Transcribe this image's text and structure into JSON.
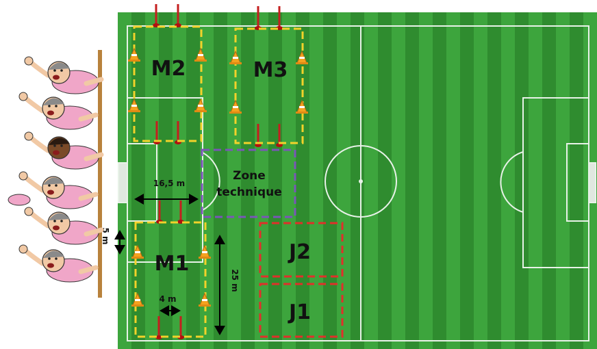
{
  "zones": {
    "m1": "M1",
    "m2": "M2",
    "m3": "M3",
    "j1": "J1",
    "j2": "J2",
    "technique_line1": "Zone",
    "technique_line2": "technique"
  },
  "dimensions": {
    "width_16_5": "16,5 m",
    "length_25": "25 m",
    "gap_4": "4 m",
    "spacing_5": "5 m"
  },
  "colors": {
    "grass_dark": "#2f8c2f",
    "grass_light": "#3da53d",
    "lines": "#e8f2e8",
    "m_zone": "#f2d22a",
    "j_zone": "#e0302a",
    "technique_zone": "#7a56b8",
    "jersey": "#f0a6c8",
    "bench": "#b8823c"
  },
  "icons": [
    "cone-icon",
    "mini-goal-icon",
    "player-icon",
    "bench-icon",
    "double-arrow-icon"
  ]
}
